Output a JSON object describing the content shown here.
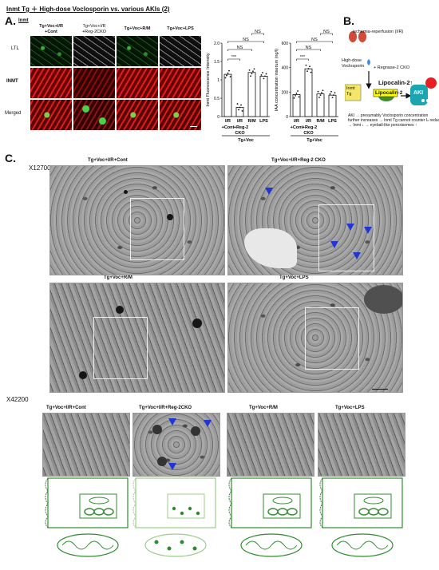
{
  "title": "Inmt Tg ＋ High-dose Voclosporin  vs. various AKIs (2)",
  "panelA": {
    "label": "A.",
    "sub": "Inmt",
    "col_headers": [
      "Tg+Voc+I/R\n+Cont",
      "Tg+Voc+I/R\n+Reg-2CKO",
      "Tg+Voc+R/M",
      "Tg+Voc+LPS"
    ],
    "row_labels": [
      "LTL",
      "INMT",
      "Merged"
    ]
  },
  "chart_data": [
    {
      "type": "bar",
      "ylabel": "Inmt Fluorescence Intensity",
      "categories": [
        "I/R",
        "I/R",
        "R/M",
        "LPS"
      ],
      "values": [
        1.15,
        0.25,
        1.2,
        1.1
      ],
      "ylim": [
        0,
        2.0
      ],
      "yticks": [
        "0",
        "0.5",
        "1",
        "1.5",
        "2.0"
      ],
      "group_labels": [
        "+Cont",
        "+Reg-2",
        "CKO",
        "Tg+Voc"
      ],
      "sig": [
        "***",
        "NS",
        "NS",
        "NS"
      ]
    },
    {
      "type": "bar",
      "ylabel": "IAA concentration inserum (ng/l)",
      "categories": [
        "I/R",
        "I/R",
        "R/M",
        "LPS"
      ],
      "values": [
        180,
        390,
        185,
        175
      ],
      "ylim": [
        0,
        600
      ],
      "yticks": [
        "0",
        "200",
        "400",
        "600"
      ],
      "group_labels": [
        "+Cont",
        "+Reg-2",
        "CKO",
        "Tg+Voc"
      ],
      "sig": [
        "***",
        "NS",
        "NS",
        "NS"
      ]
    }
  ],
  "panelB": {
    "label": "B.",
    "ischemia": "ischemia-reperfusion (I/R)",
    "voclo": "High-dose\nVoclosporin",
    "regnase": "+ Regnase-2 CKO",
    "inmt_tg": "Inmt\nTg",
    "lipo_up": "Lipocalin-2↑",
    "lipo_box": "Lipocalin-2",
    "aki": "AKI",
    "caption": "AKI → presumably Voclosporin concentration\nfurther increases → Inmt Tg cannot counter Iₙ reduction\n→ Inmt ↓ → eyeball-like peroxisomes ↑"
  },
  "panelC": {
    "label": "C.",
    "mag1": "X12700",
    "mag2": "X42200",
    "em_titles": [
      "Tg+Voc+I/R+Cont",
      "Tg+Voc+I/R+Reg-2 CKO",
      "Tg+Voc+R/M",
      "Tg+Voc+LPS"
    ],
    "hi_titles": [
      "Tg+Voc+I/R+Cont",
      "Tg+Voc+I/R+Reg-2CKO",
      "Tg+Voc+R/M",
      "Tg+Voc+LPS"
    ]
  },
  "colors": {
    "arrow": "#1f35d6",
    "green": "#2e8b2e",
    "red": "#d01010",
    "lipo": "#ffff00"
  }
}
